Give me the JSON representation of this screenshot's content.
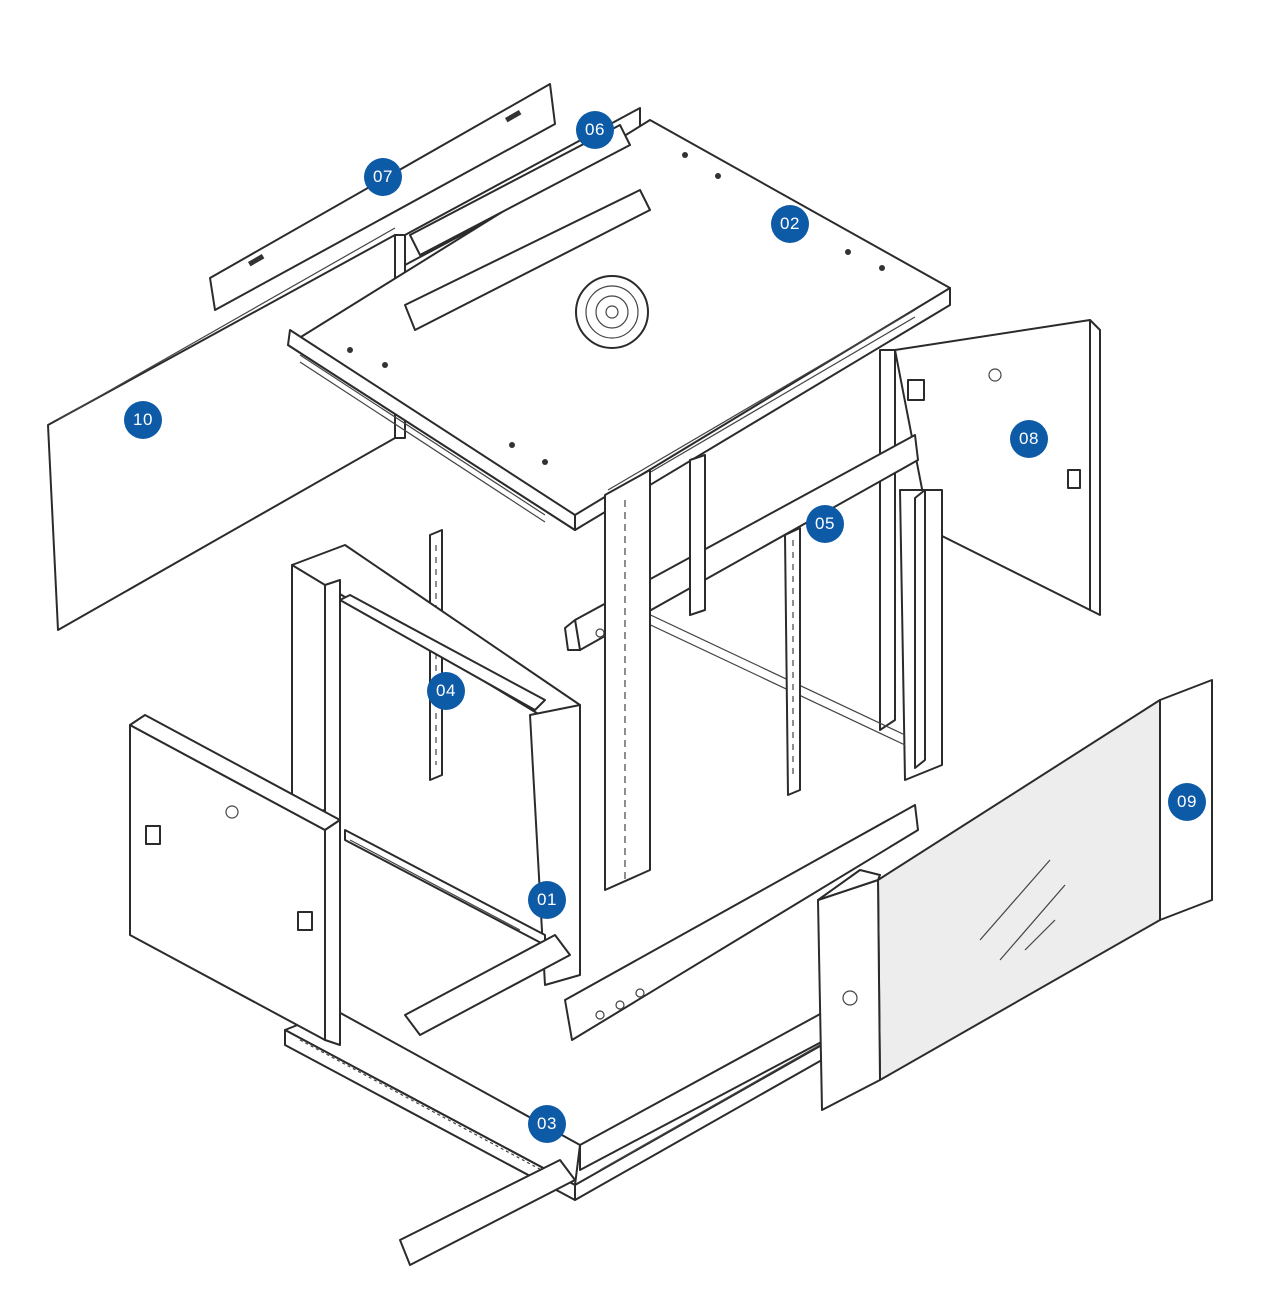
{
  "callout_color": "#0d5aa7",
  "callouts": {
    "c01": "01",
    "c02": "02",
    "c03": "03",
    "c04": "04",
    "c05": "05",
    "c06": "06",
    "c07": "07",
    "c08": "08",
    "c09": "09",
    "c10": "10"
  }
}
